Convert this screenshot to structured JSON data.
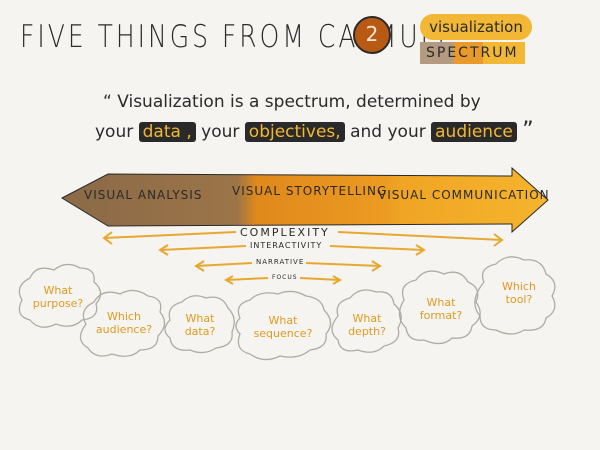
{
  "title": "FIVE THINGS FROM CATMULE",
  "number": "2",
  "badge_top": "visualization",
  "badge_bottom": "SPECTRUM",
  "quote_line1": "“ Visualization is a spectrum, determined by",
  "quote_your1": "your",
  "quote_data": "data ,",
  "quote_your2": "your",
  "quote_objectives": "objectives,",
  "quote_and": "and your",
  "quote_audience": "audience",
  "quote_close": "”",
  "spectrum": {
    "left": "VISUAL ANALYSIS",
    "middle": "VISUAL STORYTELLING",
    "right": "VISUAL COMMUNICATION"
  },
  "arrows": {
    "complexity": "COMPLEXITY",
    "interactivity": "INTERACTIVITY",
    "narrative": "NARRATIVE",
    "focus": "FOCUS"
  },
  "clouds": [
    {
      "line1": "What",
      "line2": "purpose?"
    },
    {
      "line1": "Which",
      "line2": "audience?"
    },
    {
      "line1": "What",
      "line2": "data?"
    },
    {
      "line1": "What",
      "line2": "sequence?"
    },
    {
      "line1": "What",
      "line2": "depth?"
    },
    {
      "line1": "What",
      "line2": "format?"
    },
    {
      "line1": "Which",
      "line2": "tool?"
    }
  ],
  "colors": {
    "brown": "#8a6a48",
    "orange_dark": "#e0891c",
    "orange": "#f0a524",
    "yellow": "#f2b835",
    "ink": "#2a2a2a"
  }
}
